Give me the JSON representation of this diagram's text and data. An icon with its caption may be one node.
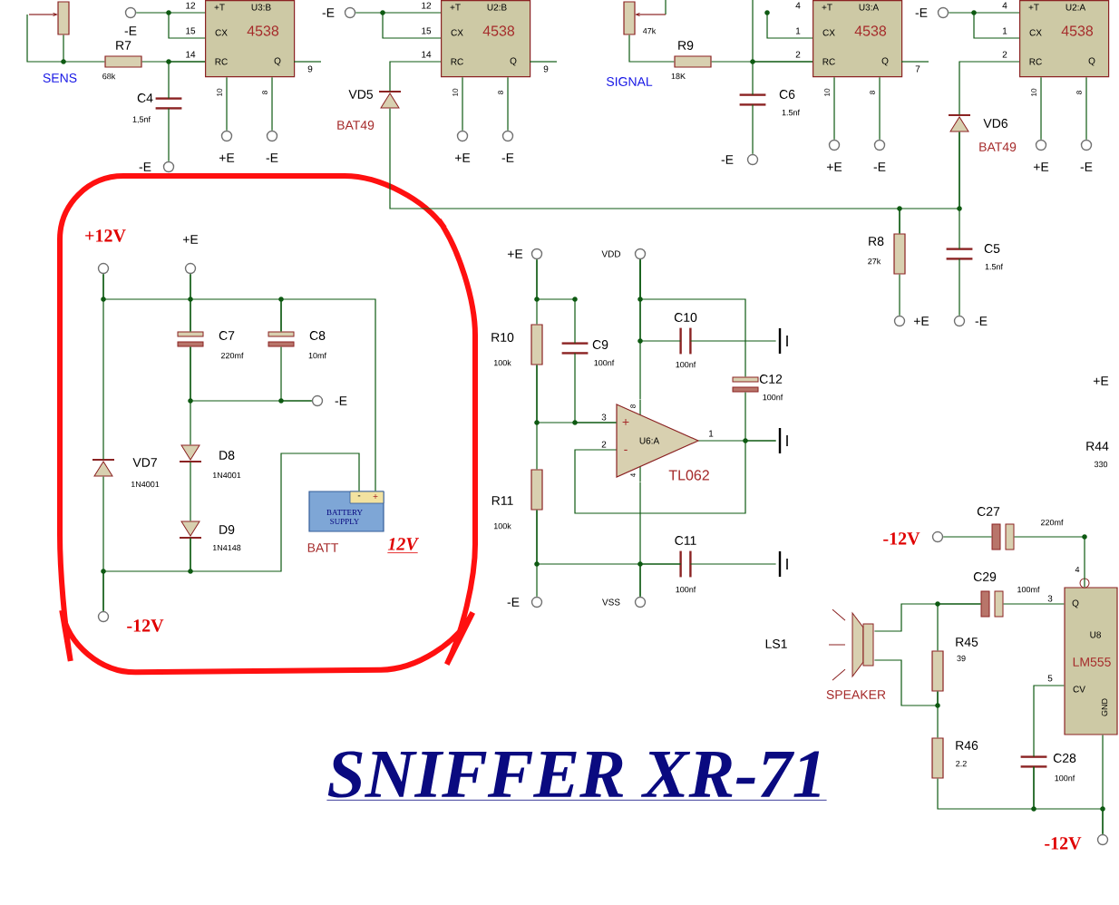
{
  "diagram": {
    "title": "SNIFFER XR-71",
    "nodes": [
      {
        "text": [],
        "shape": "box"
      },
      {
        "text": [
          "R7",
          "68k"
        ]
      },
      {
        "text": [
          "-E"
        ]
      },
      {
        "text": [
          "+T",
          "U3:B",
          "CX",
          "4538",
          "RC",
          "Q",
          "12",
          "15",
          "14",
          "10",
          "8",
          "9"
        ]
      },
      {
        "text": [
          "C4",
          "1,5nf"
        ]
      },
      {
        "text": [
          "-E"
        ]
      },
      {
        "text": [
          "+E"
        ]
      },
      {
        "text": [
          "-E"
        ]
      },
      {
        "text": [
          "-E"
        ]
      },
      {
        "text": [
          "+T",
          "U2:B",
          "CX",
          "4538",
          "RC",
          "Q",
          "12",
          "15",
          "14",
          "10",
          "8",
          "9"
        ]
      },
      {
        "text": [
          "VD5",
          "BAT49"
        ]
      },
      {
        "text": [
          "+E"
        ]
      },
      {
        "text": [
          "-E"
        ]
      },
      {
        "text": [
          "47k"
        ]
      },
      {
        "text": [
          "R9",
          "18K"
        ]
      },
      {
        "text": [
          "C6",
          "1.5nf"
        ]
      },
      {
        "text": [
          "-E"
        ]
      },
      {
        "text": [
          "+T",
          "U3:A",
          "CX",
          "4538",
          "RC",
          "Q",
          "4",
          "1",
          "2",
          "10",
          "8",
          "7"
        ]
      },
      {
        "text": [
          "+E"
        ]
      },
      {
        "text": [
          "-E"
        ]
      },
      {
        "text": [
          "-E"
        ]
      },
      {
        "text": [
          "+T",
          "U2:A",
          "CX",
          "4538",
          "RC",
          "Q",
          "4",
          "1",
          "2",
          "10",
          "8"
        ]
      },
      {
        "text": [
          "VD6",
          "BAT49"
        ]
      },
      {
        "text": [
          "+E"
        ]
      },
      {
        "text": [
          "-E"
        ]
      },
      {
        "text": [
          "R8",
          "27k"
        ]
      },
      {
        "text": [
          "C5",
          "1.5nf"
        ]
      },
      {
        "text": [
          "+E"
        ]
      },
      {
        "text": [
          "-E"
        ]
      },
      {
        "text": [
          "+E"
        ]
      },
      {
        "text": [
          "R10",
          "100k"
        ]
      },
      {
        "text": [
          "R11",
          "100k"
        ]
      },
      {
        "text": [
          "-E"
        ]
      },
      {
        "text": [
          "VDD"
        ]
      },
      {
        "text": [
          "C9",
          "100nf"
        ]
      },
      {
        "text": [
          "C10",
          "100nf"
        ]
      },
      {
        "text": [
          "C12",
          "100nf"
        ]
      },
      {
        "text": [],
        "shape": "ground"
      },
      {
        "text": [],
        "shape": "ground"
      },
      {
        "text": [
          "+",
          "-",
          "3",
          "2",
          "1",
          "8",
          "4",
          "U6:A",
          "TL062"
        ]
      },
      {
        "text": [
          "C11",
          "100nf"
        ]
      },
      {
        "text": [],
        "shape": "ground"
      },
      {
        "text": [
          "VSS"
        ]
      },
      {
        "text": [],
        "shape": "box"
      },
      {
        "text": [
          "+12V"
        ],
        "in": 43
      },
      {
        "text": [
          "+E"
        ],
        "in": 43
      },
      {
        "text": [
          "C7",
          "220mf"
        ],
        "in": 43
      },
      {
        "text": [
          "C8",
          "10mf"
        ],
        "in": 43
      },
      {
        "text": [
          "-E"
        ],
        "in": 43
      },
      {
        "text": [
          "VD7",
          "1N4001"
        ],
        "in": 43
      },
      {
        "text": [
          "D8",
          "1N4001"
        ],
        "in": 43
      },
      {
        "text": [
          "D9",
          "1N4148"
        ],
        "in": 43
      },
      {
        "text": [
          "-",
          "+",
          "BATTERY SUPPLY",
          "BATT",
          "12V"
        ],
        "in": 43
      },
      {
        "text": [
          "-12V"
        ],
        "in": 43
      },
      {
        "text": [
          "-12V"
        ]
      },
      {
        "text": [
          "C27",
          "220mf"
        ]
      },
      {
        "text": [
          "C29",
          "100mf"
        ]
      },
      {
        "text": [
          "4",
          "3",
          "5",
          "Q",
          "U8",
          "LM555",
          "CV",
          "GND"
        ]
      },
      {
        "text": [
          "LS1",
          "SPEAKER"
        ]
      },
      {
        "text": [
          "R45",
          "39"
        ]
      },
      {
        "text": [
          "R46",
          "2.2"
        ]
      },
      {
        "text": [
          "C28",
          "100nf"
        ]
      },
      {
        "text": [
          "-12V"
        ]
      }
    ],
    "edges": [
      {
        "from": 0,
        "to": 1,
        "arrow": "none"
      },
      {
        "from": 1,
        "to": 3,
        "arrow": "none"
      },
      {
        "from": 2,
        "to": 3,
        "arrow": "none"
      },
      {
        "from": 4,
        "to": 3,
        "arrow": "none"
      },
      {
        "from": 4,
        "to": 5,
        "arrow": "none"
      },
      {
        "from": 3,
        "to": 6,
        "arrow": "none"
      },
      {
        "from": 3,
        "to": 7,
        "arrow": "none"
      },
      {
        "from": 8,
        "to": 9,
        "arrow": "none"
      },
      {
        "from": 10,
        "to": 9,
        "arrow": "none"
      },
      {
        "from": 9,
        "to": 11,
        "arrow": "none"
      },
      {
        "from": 9,
        "to": 12,
        "arrow": "none"
      },
      {
        "from": 10,
        "to": 25,
        "arrow": "none"
      },
      {
        "from": 25,
        "to": 22,
        "arrow": "none"
      },
      {
        "from": 22,
        "to": 26,
        "arrow": "none"
      },
      {
        "from": 13,
        "to": 14,
        "arrow": "none"
      },
      {
        "from": 14,
        "to": 17,
        "arrow": "none"
      },
      {
        "from": 15,
        "to": 17,
        "arrow": "none"
      },
      {
        "from": 15,
        "to": 16,
        "arrow": "none"
      },
      {
        "from": 17,
        "to": 18,
        "arrow": "none"
      },
      {
        "from": 17,
        "to": 19,
        "arrow": "none"
      },
      {
        "from": 20,
        "to": 21,
        "arrow": "none"
      },
      {
        "from": 22,
        "to": 21,
        "arrow": "none"
      },
      {
        "from": 21,
        "to": 23,
        "arrow": "none"
      },
      {
        "from": 21,
        "to": 24,
        "arrow": "none"
      },
      {
        "from": 25,
        "to": 27,
        "arrow": "none"
      },
      {
        "from": 26,
        "to": 28,
        "arrow": "none"
      },
      {
        "from": 29,
        "to": 30,
        "arrow": "none"
      },
      {
        "from": 30,
        "to": 31,
        "arrow": "none"
      },
      {
        "from": 31,
        "to": 32,
        "arrow": "none"
      },
      {
        "from": 34,
        "to": 29,
        "arrow": "none"
      },
      {
        "from": 34,
        "to": 39,
        "arrow": "none"
      },
      {
        "from": 30,
        "to": 39,
        "arrow": "none"
      },
      {
        "from": 33,
        "to": 39,
        "arrow": "none"
      },
      {
        "from": 33,
        "to": 36,
        "arrow": "none"
      },
      {
        "from": 35,
        "to": 33,
        "arrow": "none"
      },
      {
        "from": 35,
        "to": 37,
        "arrow": "none"
      },
      {
        "from": 36,
        "to": 38,
        "arrow": "none"
      },
      {
        "from": 39,
        "to": 38,
        "arrow": "none"
      },
      {
        "from": 39,
        "to": 42,
        "arrow": "none"
      },
      {
        "from": 40,
        "to": 42,
        "arrow": "none"
      },
      {
        "from": 31,
        "to": 40,
        "arrow": "none"
      },
      {
        "from": 40,
        "to": 41,
        "arrow": "none"
      },
      {
        "from": 44,
        "to": 46,
        "arrow": "none"
      },
      {
        "from": 45,
        "to": 46,
        "arrow": "none"
      },
      {
        "from": 45,
        "to": 47,
        "arrow": "none"
      },
      {
        "from": 47,
        "to": 52,
        "arrow": "none"
      },
      {
        "from": 46,
        "to": 48,
        "arrow": "none"
      },
      {
        "from": 47,
        "to": 48,
        "arrow": "none"
      },
      {
        "from": 46,
        "to": 50,
        "arrow": "none"
      },
      {
        "from": 50,
        "to": 51,
        "arrow": "none"
      },
      {
        "from": 44,
        "to": 49,
        "arrow": "none"
      },
      {
        "from": 49,
        "to": 53,
        "arrow": "none"
      },
      {
        "from": 51,
        "to": 53,
        "arrow": "none"
      },
      {
        "from": 51,
        "to": 52,
        "arrow": "none"
      },
      {
        "from": 54,
        "to": 55,
        "arrow": "none"
      },
      {
        "from": 55,
        "to": 57,
        "arrow": "none"
      },
      {
        "from": 56,
        "to": 57,
        "arrow": "none"
      },
      {
        "from": 58,
        "to": 56,
        "arrow": "none"
      },
      {
        "from": 59,
        "to": 56,
        "arrow": "none"
      },
      {
        "from": 58,
        "to": 59,
        "arrow": "none"
      },
      {
        "from": 59,
        "to": 60,
        "arrow": "none"
      },
      {
        "from": 61,
        "to": 57,
        "arrow": "none"
      },
      {
        "from": 60,
        "to": 61,
        "arrow": "none"
      },
      {
        "from": 61,
        "to": 62,
        "arrow": "none"
      },
      {
        "from": 57,
        "to": 62,
        "arrow": "none"
      }
    ],
    "labels": [
      "SENS",
      "SIGNAL",
      "+E",
      "R44",
      "330"
    ]
  }
}
